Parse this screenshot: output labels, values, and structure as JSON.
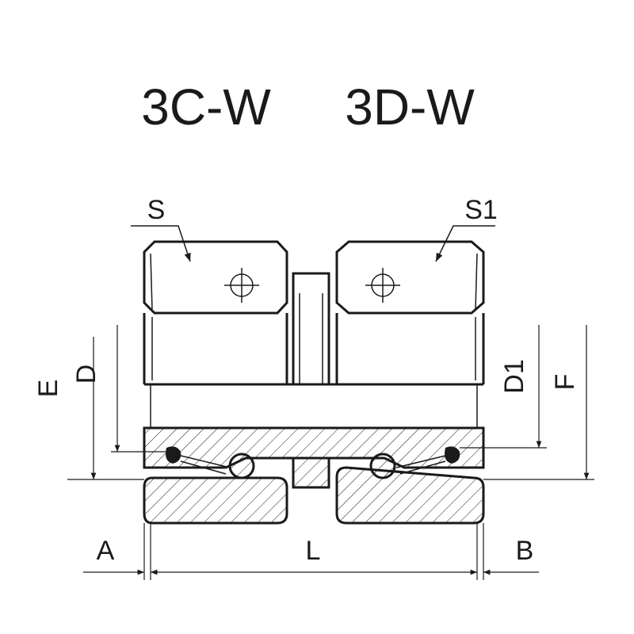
{
  "title_left": "3C-W",
  "title_right": "3D-W",
  "labels": {
    "S": "S",
    "S1": "S1",
    "E": "E",
    "D": "D",
    "D1": "D1",
    "F": "F",
    "A": "A",
    "L": "L",
    "B": "B"
  },
  "colors": {
    "ink": "#1a1a1a",
    "paper": "#ffffff"
  }
}
